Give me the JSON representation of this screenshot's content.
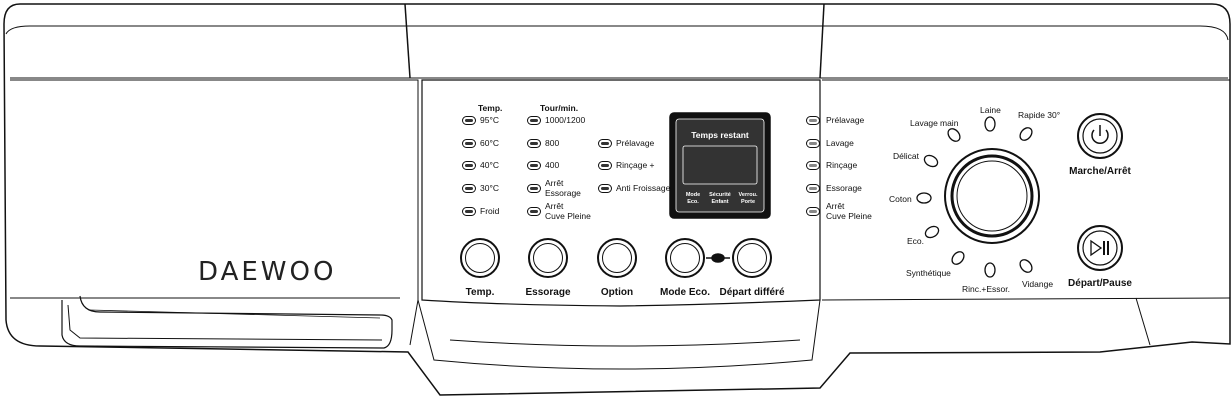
{
  "brand": {
    "logo_text": "DAEWOO"
  },
  "temp": {
    "header": "Temp.",
    "options": [
      "95°C",
      "60°C",
      "40°C",
      "30°C",
      "Froid"
    ]
  },
  "spin": {
    "header": "Tour/min.",
    "options": [
      "1000/1200",
      "800",
      "400",
      "Arrêt\nEssorage",
      "Arrêt\nCuve Pleine"
    ]
  },
  "option": {
    "options": [
      "Prélavage",
      "Rinçage +",
      "Anti Froissage"
    ]
  },
  "display": {
    "title": "Temps restant",
    "indicators": [
      "Mode\nEco.",
      "Sécurité\nEnfant",
      "Verrou.\nPorte"
    ]
  },
  "phases": {
    "items": [
      "Prélavage",
      "Lavage",
      "Rinçage",
      "Essorage",
      "Arrêt\nCuve Pleine"
    ]
  },
  "buttons": {
    "temp": "Temp.",
    "spin": "Essorage",
    "option": "Option",
    "eco": "Mode Eco.",
    "delay": "Départ différé"
  },
  "programs": {
    "lavage": "Lavage",
    "main": "main",
    "laine": "Laine",
    "rapide": "Rapide 30°",
    "delicat": "Délicat",
    "coton": "Coton",
    "eco": "Eco.",
    "synthetique": "Synthétique",
    "rinc": "Rinc.+Essor.",
    "vidange": "Vidange"
  },
  "power": {
    "label": "Marche/Arrêt",
    "icon": "power-icon"
  },
  "start": {
    "label": "Départ/Pause",
    "icon": "play-pause-icon"
  }
}
